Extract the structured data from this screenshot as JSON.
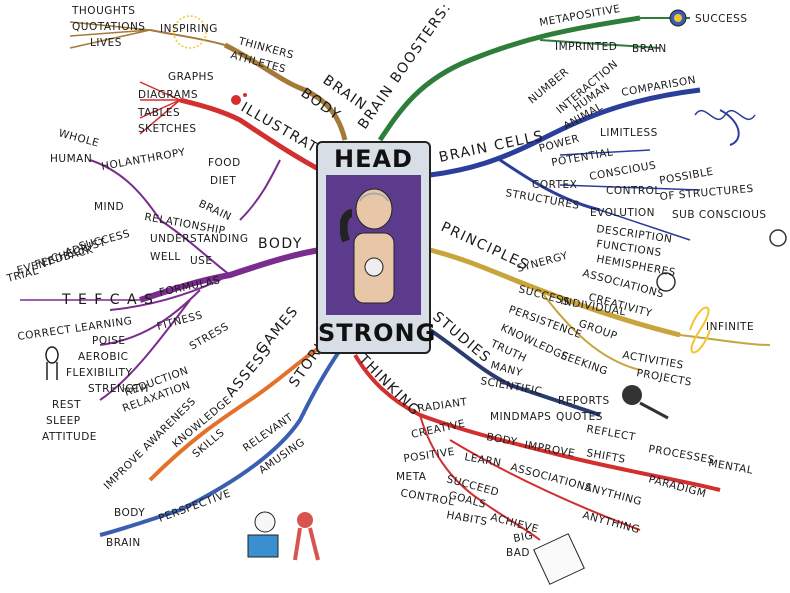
{
  "center": {
    "title_top": "HEAD",
    "title_bottom": "STRONG"
  },
  "branches": {
    "brain": {
      "label": "BRAIN",
      "sub": "BODY",
      "thinkers": "THINKERS",
      "athletes": "ATHLETES",
      "inspiring": "INSPIRING",
      "thoughts": "THOUGHTS",
      "quotations": "QUOTATIONS",
      "lives": "LIVES"
    },
    "boosters": {
      "label": "BRAIN BOOSTERS: THOUGHTS",
      "metapositive": "METAPOSITIVE",
      "success": "SUCCESS",
      "imprinted": "IMPRINTED",
      "brain": "BRAIN"
    },
    "illustrations": {
      "label": "ILLUSTRATIONS",
      "graphs": "GRAPHS",
      "diagrams": "DIAGRAMS",
      "tables": "TABLES",
      "sketches": "SKETCHES"
    },
    "brain_cells": {
      "label": "BRAIN CELLS",
      "number": "NUMBER",
      "interaction": "INTERACTION",
      "human": "HUMAN",
      "animal": "ANIMAL",
      "comparison": "COMPARISON",
      "power": "POWER",
      "potential": "POTENTIAL",
      "limitless": "LIMITLESS",
      "cortex": "CORTEX",
      "conscious": "CONSCIOUS",
      "control": "CONTROL",
      "possible": "POSSIBLE",
      "of_structures": "OF STRUCTURES",
      "sub_conscious": "SUB CONSCIOUS",
      "structures": "STRUCTURES",
      "evolution": "EVOLUTION",
      "description": "DESCRIPTION",
      "functions": "FUNCTIONS",
      "hemispheres": "HEMISPHERES"
    },
    "body": {
      "label": "BODY",
      "food": "FOOD",
      "diet": "DIET",
      "brain": "BRAIN",
      "whole": "WHOLE",
      "human": "HUMAN",
      "holanthropy": "HOLANTHROPY",
      "mind": "MIND",
      "relationship": "RELATIONSHIP",
      "understanding": "UNDERSTANDING",
      "well": "WELL",
      "use": "USE",
      "success": "SUCCESS",
      "adjust": "ADJUST",
      "check": "CHECK",
      "feedback": "FEEDBACK",
      "event": "EVENT",
      "trial": "TRIAL",
      "tefcas": "T E F C A S",
      "formulas": "FORMULAS",
      "correct_learning": "CORRECT LEARNING",
      "fitness": "FITNESS",
      "poise": "POISE",
      "aerobic": "AEROBIC",
      "flexibility": "FLEXIBILITY",
      "strength": "STRENGTH",
      "stress": "STRESS",
      "reduction": "REDUCTION",
      "relaxation": "RELAXATION",
      "rest": "REST",
      "sleep": "SLEEP",
      "attitude": "ATTITUDE"
    },
    "principles": {
      "label": "PRINCIPLES",
      "synergy": "SYNERGY",
      "associations": "ASSOCIATIONS",
      "success": "SUCCESS",
      "individual": "INDIVIDUAL",
      "creativity": "CREATIVITY",
      "persistence": "PERSISTENCE",
      "group": "GROUP",
      "infinite": "INFINITE",
      "knowledge": "KNOWLEDGE",
      "truth": "TRUTH",
      "seeking": "SEEKING",
      "activities": "ACTIVITIES",
      "projects": "PROJECTS"
    },
    "studies": {
      "label": "STUDIES",
      "many": "MANY",
      "scientific": "SCIENTIFIC",
      "reports": "REPORTS",
      "quotes": "QUOTES"
    },
    "games": {
      "label": "GAMES",
      "assess": "ASSESS",
      "improve_awareness": "IMPROVE AWARENESS",
      "knowledge": "KNOWLEDGE",
      "skills": "SKILLS"
    },
    "stories": {
      "label": "STORIES",
      "relevant": "RELEVANT",
      "amusing": "AMUSING",
      "perspective": "PERSPECTIVE",
      "body": "BODY",
      "brain": "BRAIN"
    },
    "thinking": {
      "label": "THINKING",
      "radiant": "RADIANT",
      "mindmaps": "MINDMAPS",
      "reflect": "REFLECT",
      "processes": "PROCESSES",
      "mental": "MENTAL",
      "creative": "CREATIVE",
      "body": "BODY",
      "improve": "IMPROVE",
      "shifts": "SHIFTS",
      "paradigm": "PARADIGM",
      "positive": "POSITIVE",
      "learn": "LEARN",
      "associations": "ASSOCIATIONS",
      "anything": "ANYTHING",
      "anything2": "ANYTHING",
      "meta": "META",
      "succeed": "SUCCEED",
      "goals": "GOALS",
      "achieve": "ACHIEVE",
      "control": "CONTROL",
      "habits": "HABITS",
      "big": "BIG",
      "bad": "BAD"
    }
  },
  "colors": {
    "green": "#2e7d3a",
    "brown": "#a47a3a",
    "red": "#d32f2f",
    "navy": "#2c3e9c",
    "purple": "#7b2d8e",
    "gold": "#c8a53c",
    "orange": "#e3702b",
    "blue": "#3a5fb0",
    "teal": "#1f6f8c"
  }
}
